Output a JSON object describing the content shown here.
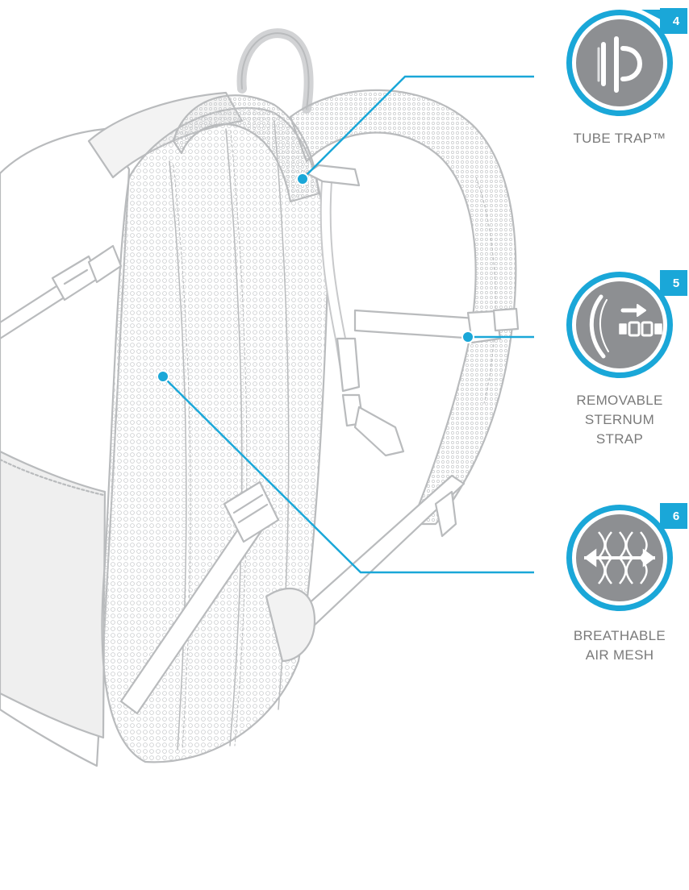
{
  "features": [
    {
      "number": "4",
      "label": "TUBE TRAP™",
      "icon": "tube-trap-icon"
    },
    {
      "number": "5",
      "label": "REMOVABLE\nSTERNUM\nSTRAP",
      "icon": "sternum-strap-icon"
    },
    {
      "number": "6",
      "label": "BREATHABLE\nAIR MESH",
      "icon": "air-mesh-icon"
    }
  ],
  "colors": {
    "accent": "#1aa7d8",
    "icon_fill": "#8d8f92",
    "outline": "#b9bbbd",
    "text": "#7a7a7a"
  }
}
